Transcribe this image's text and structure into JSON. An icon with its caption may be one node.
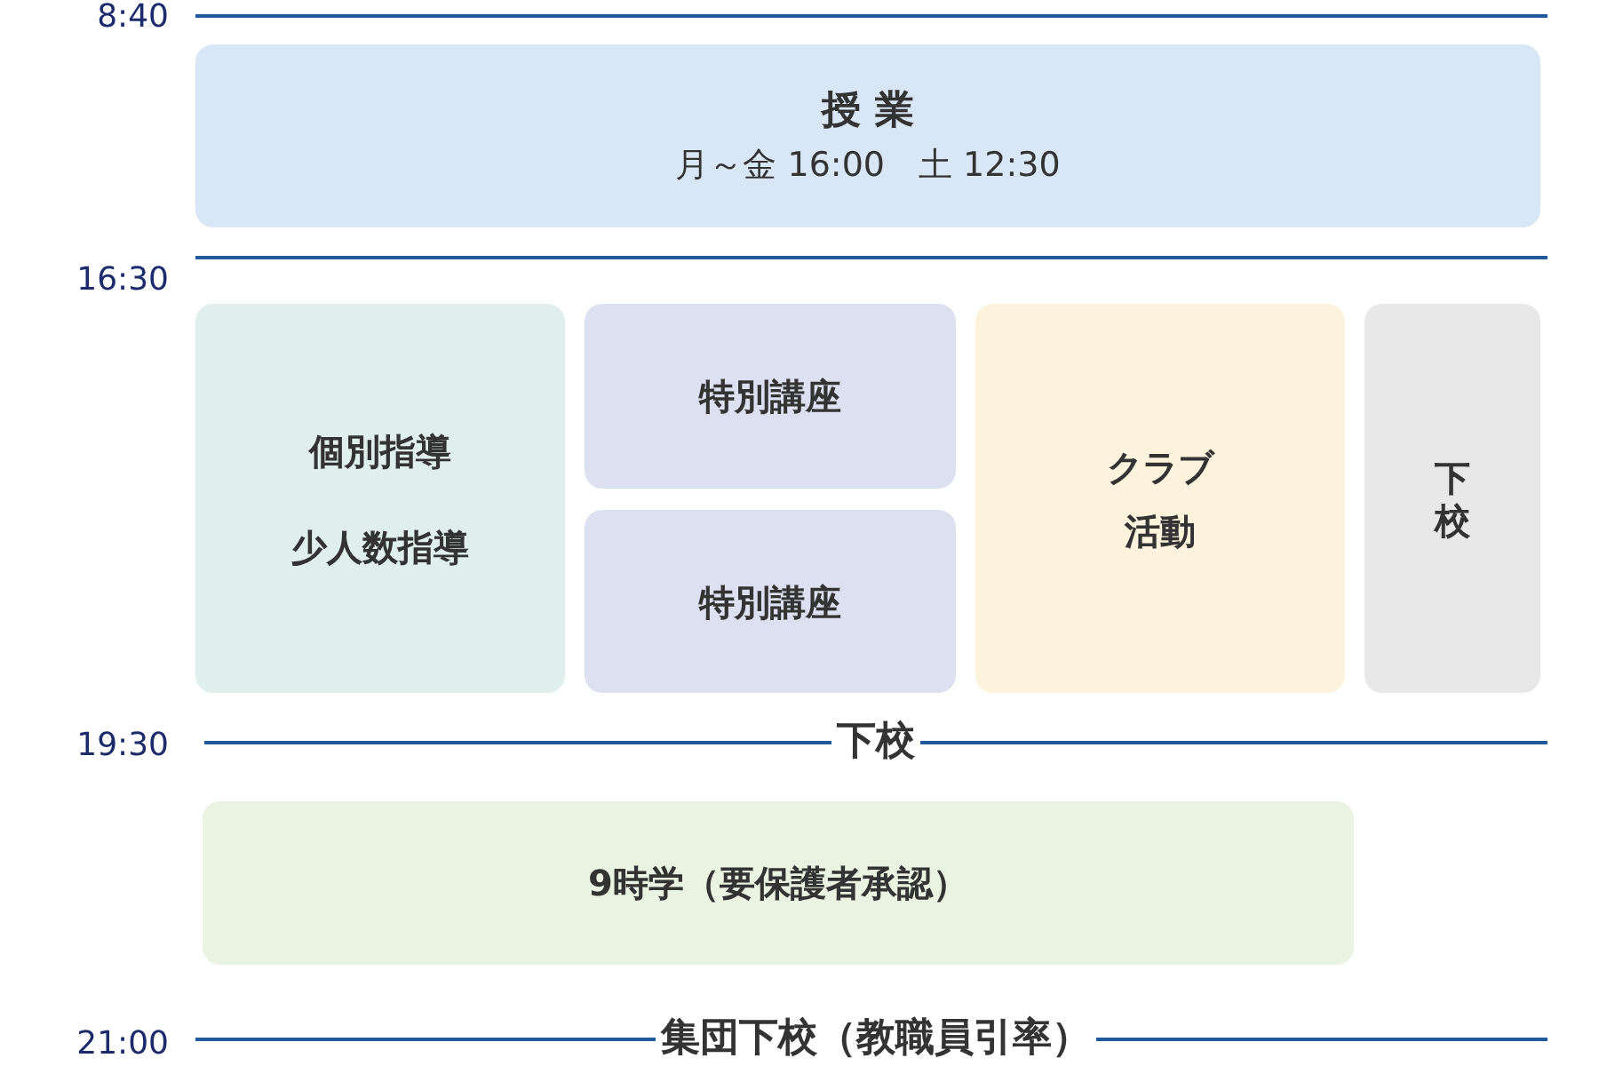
{
  "diagram": {
    "nodes": [
      {
        "text": [
          "授業",
          "月～金 16:00　土 12:30"
        ]
      },
      {
        "text": [
          "個別指導",
          "少人数指導"
        ]
      },
      {
        "text": [
          "特別講座"
        ]
      },
      {
        "text": [
          "特別講座"
        ]
      },
      {
        "text": [
          "クラブ活動"
        ]
      },
      {
        "text": [
          "下校"
        ]
      },
      {
        "text": [
          "9時学（要保護者承認）"
        ]
      }
    ],
    "labels": [
      "8:40",
      "16:30",
      "19:30",
      "下校",
      "21:00",
      "集団下校（教職員引率）"
    ]
  }
}
